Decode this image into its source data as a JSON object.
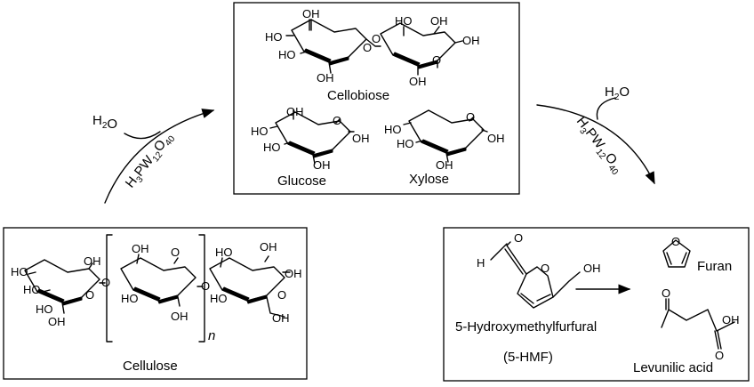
{
  "reagents": {
    "left": {
      "water": "H2O",
      "catalyst": "H3PW12O40"
    },
    "right": {
      "water": "H2O",
      "catalyst": "H3PW12O40"
    }
  },
  "labels": {
    "cellulose": "Cellulose",
    "repeat_n": "n",
    "cellobiose": "Cellobiose",
    "glucose": "Glucose",
    "xylose": "Xylose",
    "hmf_name": "5-Hydroxymethylfurfural",
    "hmf_abbr": "(5-HMF)",
    "furan": "Furan",
    "levulinic": "Levunilic acid"
  },
  "atoms": {
    "hydroxyl_left": "HO",
    "hydroxyl_right": "OH",
    "oxygen": "O",
    "hydrogen": "H"
  }
}
